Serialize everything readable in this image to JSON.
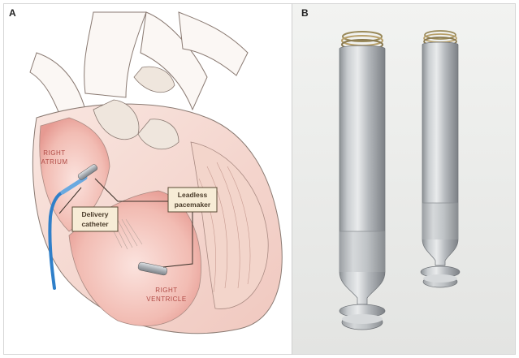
{
  "panels": {
    "a_label": "A",
    "b_label": "B"
  },
  "heart": {
    "right_atrium": [
      "RIGHT",
      "ATRIUM"
    ],
    "right_ventricle": [
      "RIGHT",
      "VENTRICLE"
    ],
    "delivery_catheter": [
      "Delivery",
      "catheter"
    ],
    "leadless_pacemaker": [
      "Leadless",
      "pacemaker"
    ]
  },
  "colors": {
    "chamber_pink": "#f0b8b0",
    "muscle_pink": "#f6d8d0",
    "label_box_fill": "#f7ecd6",
    "label_box_stroke": "#5a4a34",
    "catheter_blue": "#3a8fd6",
    "device_metal": "#b9bec3",
    "panel_b_background": "#eaebe9"
  },
  "icons": {
    "device_large": "leadless-pacemaker-device-icon",
    "device_small": "leadless-pacemaker-device-icon"
  }
}
